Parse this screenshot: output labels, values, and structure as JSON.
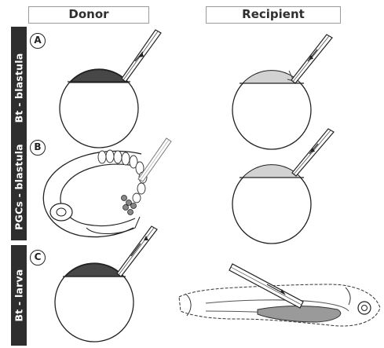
{
  "headers": {
    "donor": "Donor",
    "recipient": "Recipient"
  },
  "rows": [
    {
      "side_label": "Bt - blastula",
      "badge": "A"
    },
    {
      "side_label": "PGCs - blastula",
      "badge": "B"
    },
    {
      "side_label": "Bt - larva",
      "badge": "C"
    }
  ],
  "colors": {
    "dark_cap": "#474747",
    "light_cap": "#d2d2d2",
    "line": "#222222"
  }
}
